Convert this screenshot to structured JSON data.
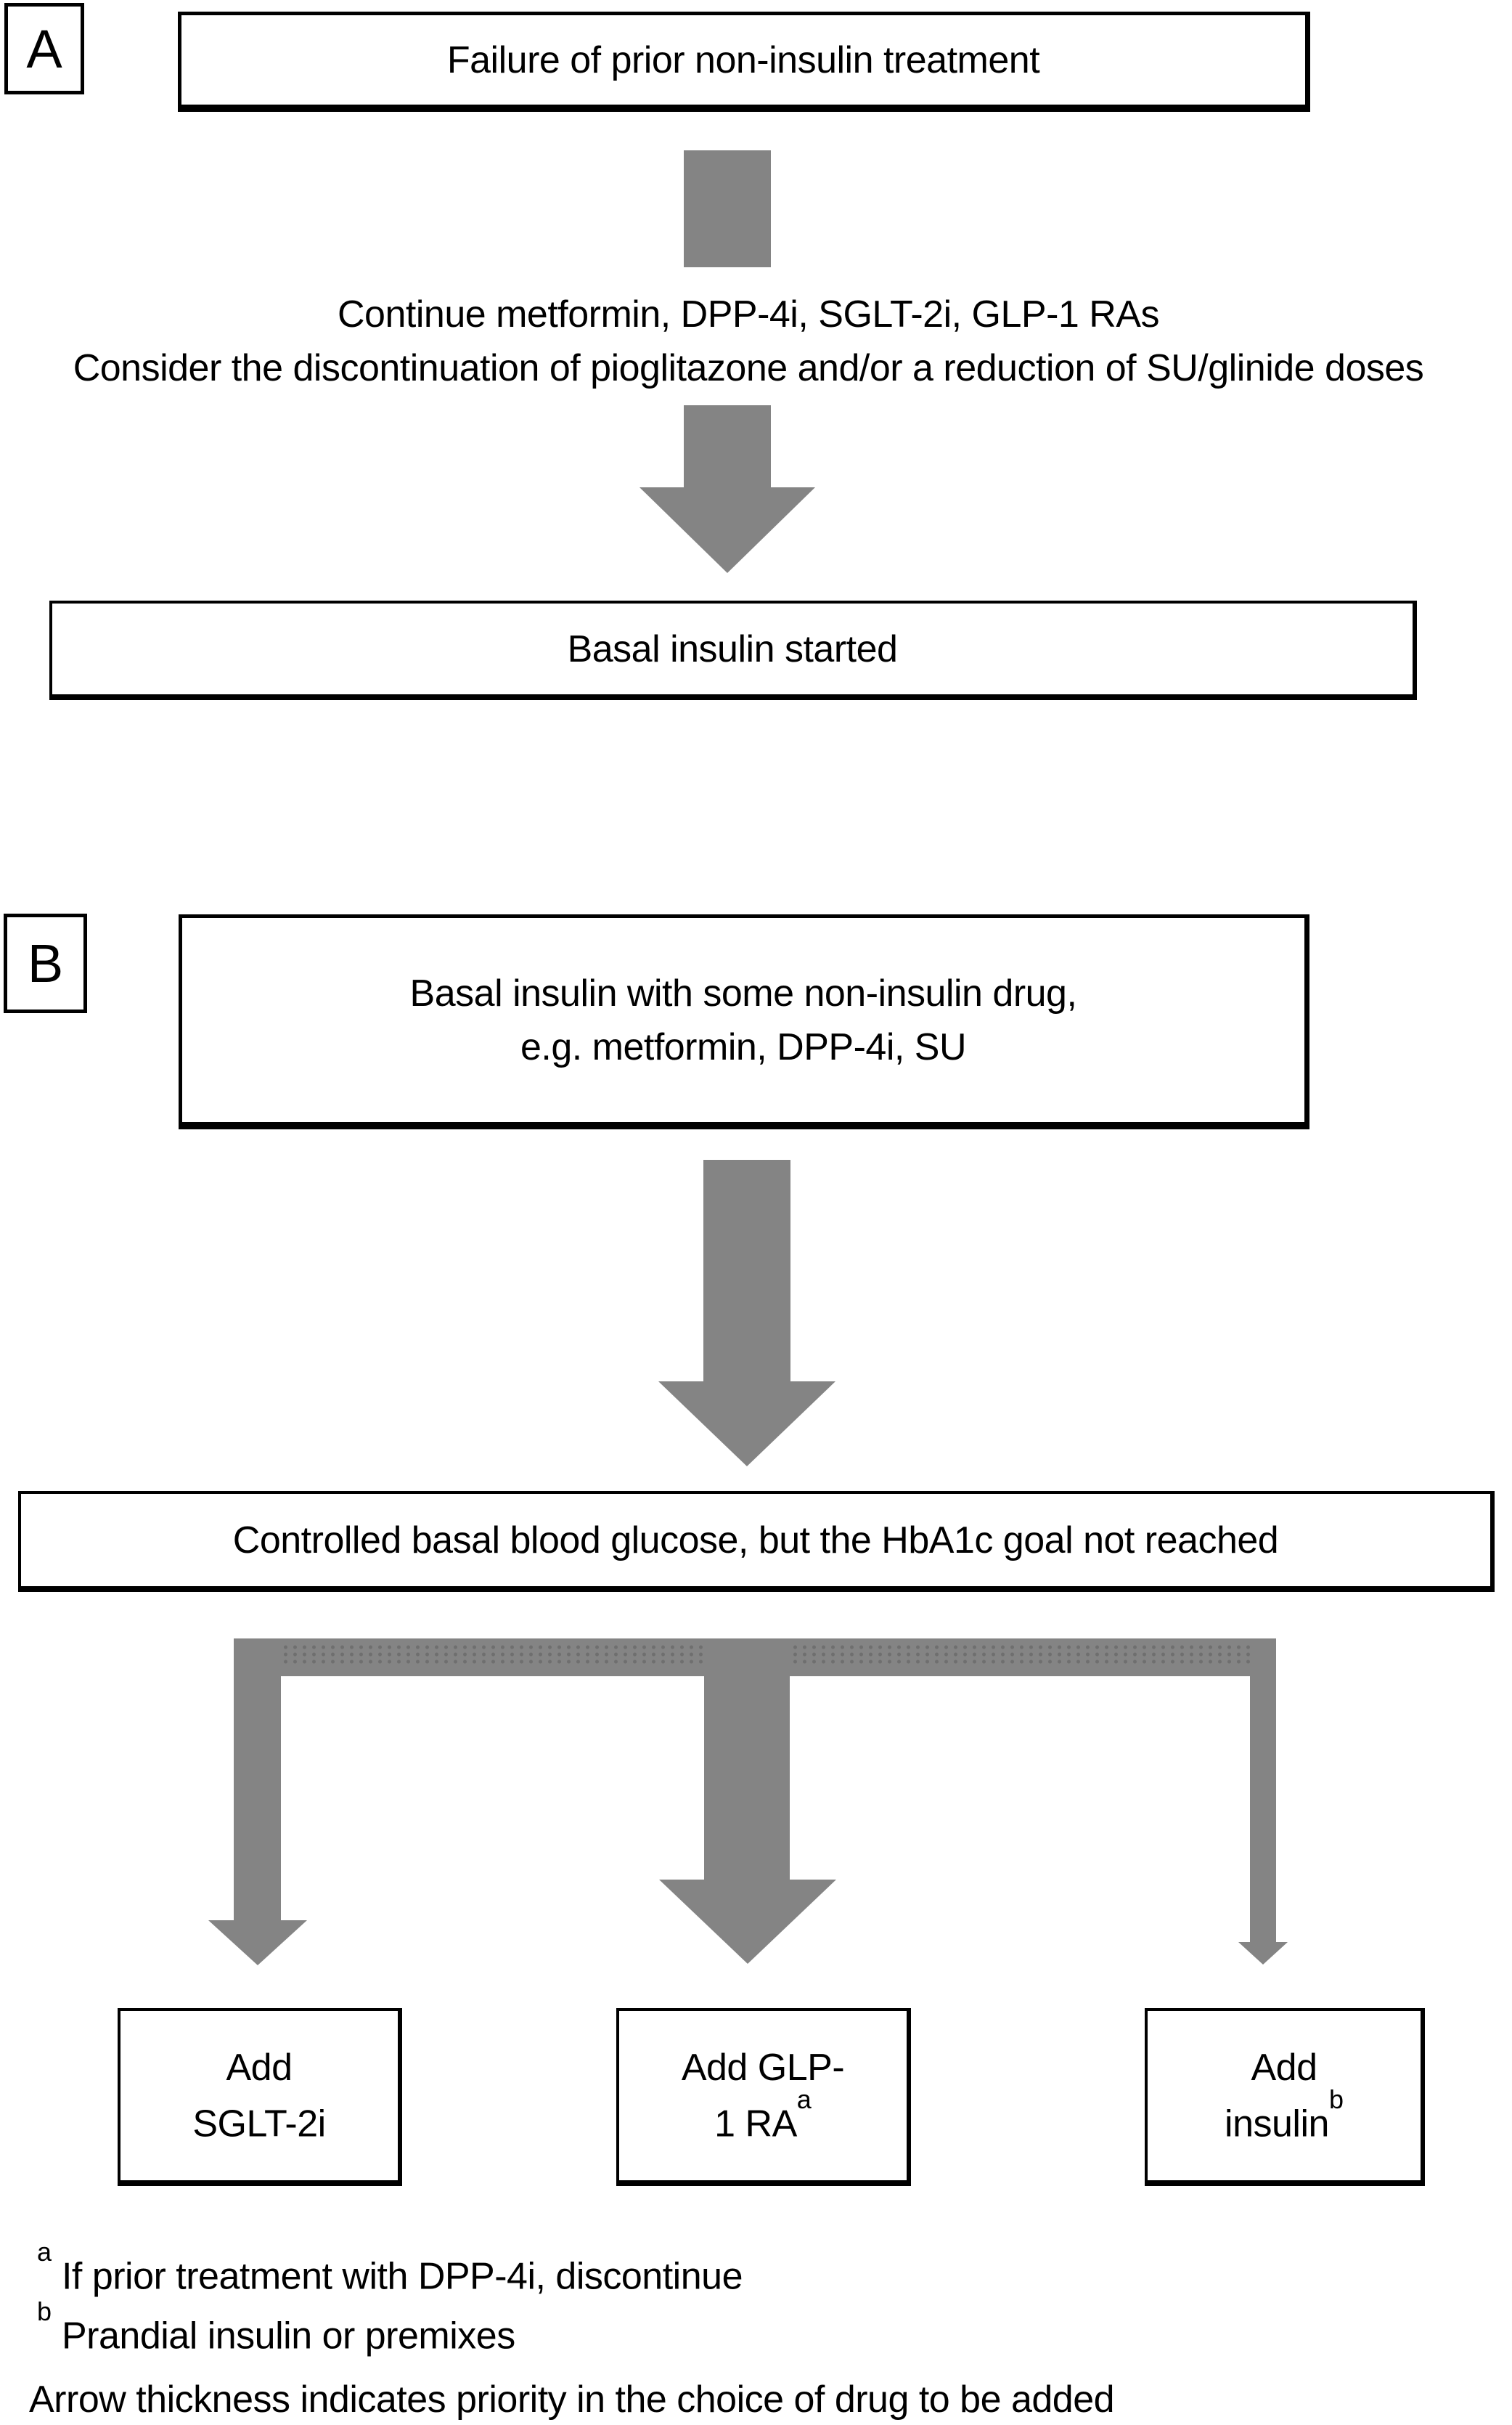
{
  "colors": {
    "arrow_gray": "#848484",
    "arrow_dot": "#6f6f6f",
    "border_black": "#000000"
  },
  "section_a": {
    "label": "A",
    "box_failure": "Failure of prior non-insulin treatment",
    "continue_line1": "Continue metformin, DPP-4i, SGLT-2i, GLP-1 RAs",
    "continue_line2": "Consider the discontinuation of pioglitazone and/or a reduction of SU/glinide doses",
    "box_basal_started": "Basal insulin started"
  },
  "section_b": {
    "label": "B",
    "box_basal_line1": "Basal insulin with some non-insulin drug,",
    "box_basal_line2": "e.g. metformin, DPP-4i, SU",
    "box_controlled": "Controlled basal blood glucose, but the HbA1c goal not reached",
    "options": [
      {
        "line1": "Add",
        "line2": "SGLT-2i",
        "sup": ""
      },
      {
        "line1": "Add GLP-",
        "line2": "1 RA",
        "sup": "a"
      },
      {
        "line1": "Add",
        "line2": "insulin",
        "sup": "b"
      }
    ]
  },
  "footnotes": {
    "a_sup": "a",
    "a_text": " If prior treatment with DPP-4i, discontinue",
    "b_sup": "b",
    "b_text": " Prandial insulin or premixes",
    "arrow_note": "Arrow thickness indicates priority in the choice of drug to be added"
  }
}
